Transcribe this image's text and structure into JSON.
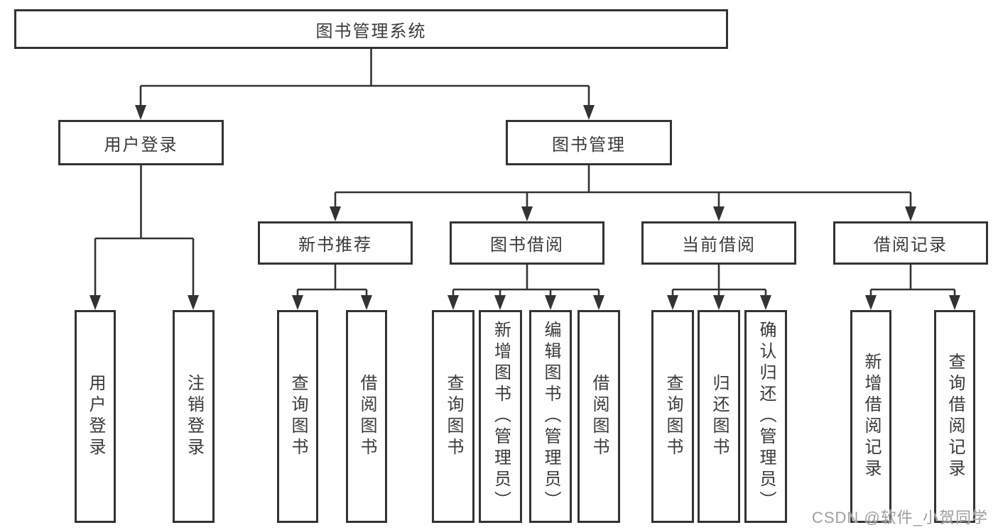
{
  "diagram": {
    "root": {
      "label": "图书管理系统"
    },
    "level2": [
      {
        "label": "用户登录"
      },
      {
        "label": "图书管理"
      }
    ],
    "level3": [
      {
        "label": "新书推荐"
      },
      {
        "label": "图书借阅"
      },
      {
        "label": "当前借阅"
      },
      {
        "label": "借阅记录"
      }
    ],
    "leaves": {
      "user_login": [
        "用户登录",
        "注销登录"
      ],
      "new_book_recommend": [
        "查询图书",
        "借阅图书"
      ],
      "book_borrow": [
        "查询图书",
        "新增图书（管理员）",
        "编辑图书（管理员）",
        "借阅图书"
      ],
      "current_borrow": [
        "查询图书",
        "归还图书",
        "确认归还（管理员）"
      ],
      "borrow_records": [
        "新增借阅记录",
        "查询借阅记录"
      ]
    }
  },
  "watermark": "CSDN @软件_小贺同学",
  "colors": {
    "line": "#333333",
    "text": "#3a3a3a",
    "watermark": "#9e9e9e"
  }
}
